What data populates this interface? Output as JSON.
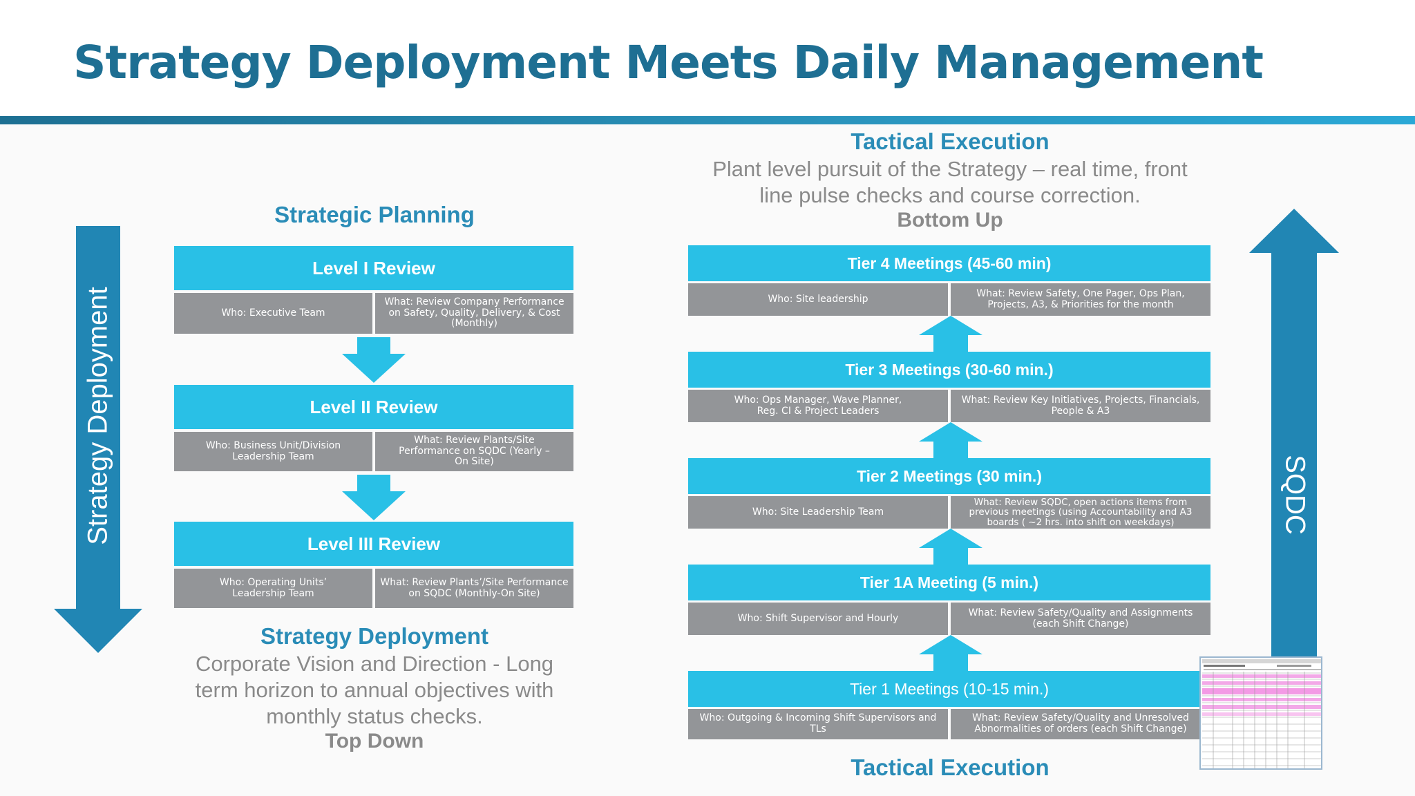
{
  "title": "Strategy Deployment Meets Daily Management",
  "left": {
    "side_label": "Strategy Deployment",
    "heading": "Strategic Planning",
    "levels": [
      {
        "name": "Level I Review",
        "who": "Who: Executive Team",
        "what": "What: Review Company Performance on Safety, Quality, Delivery, & Cost (Monthly)"
      },
      {
        "name": "Level II Review",
        "who": "Who: Business Unit/Division Leadership Team",
        "what": "What: Review Plants/Site Performance on SQDC (Yearly – On Site)"
      },
      {
        "name": "Level III Review",
        "who": "Who: Operating Units’ Leadership Team",
        "what": "What: Review Plants’/Site Performance on SQDC (Monthly-On Site)"
      }
    ],
    "footer_heading": "Strategy Deployment",
    "footer_text": "Corporate Vision and Direction -  Long term horizon to annual objectives with monthly status checks.",
    "footer_tag": "Top Down"
  },
  "right": {
    "side_label": "SQDC",
    "heading": "Tactical Execution",
    "subtext": "Plant level pursuit of the Strategy – real time, front line pulse checks and course correction.",
    "tag": "Bottom Up",
    "tiers": [
      {
        "name": "Tier 4 Meetings (45-60 min)",
        "who": "Who: Site leadership",
        "what": "What: Review Safety, One Pager, Ops Plan, Projects, A3, & Priorities for the month"
      },
      {
        "name": "Tier 3 Meetings (30-60 min.)",
        "who": "Who: Ops Manager, Wave Planner, Reg. CI  & Project Leaders",
        "what": "What: Review Key Initiatives, Projects,  Financials, People & A3"
      },
      {
        "name": "Tier 2 Meetings (30 min.)",
        "who": "Who: Site Leadership Team",
        "what": "What: Review SQDC, open actions items from previous meetings (using Accountability and A3 boards ( ~2 hrs. into shift on weekdays)"
      },
      {
        "name": "Tier 1A Meeting  (5 min.)",
        "who": "Who: Shift Supervisor and Hourly",
        "what": "What: Review Safety/Quality and  Assignments (each Shift Change)"
      },
      {
        "name": "Tier 1 Meetings (10-15 min.)",
        "who": "Who: Outgoing & Incoming Shift Supervisors and TLs",
        "what": "What: Review Safety/Quality and Unresolved Abnormalities of orders (each Shift Change)"
      }
    ],
    "footer_heading": "Tactical Execution"
  },
  "colors": {
    "title": "#1e6f93",
    "bar": "#29c0e6",
    "cell": "#939598",
    "arrow_dark": "#2186b4",
    "heading": "#2a8cb7"
  }
}
